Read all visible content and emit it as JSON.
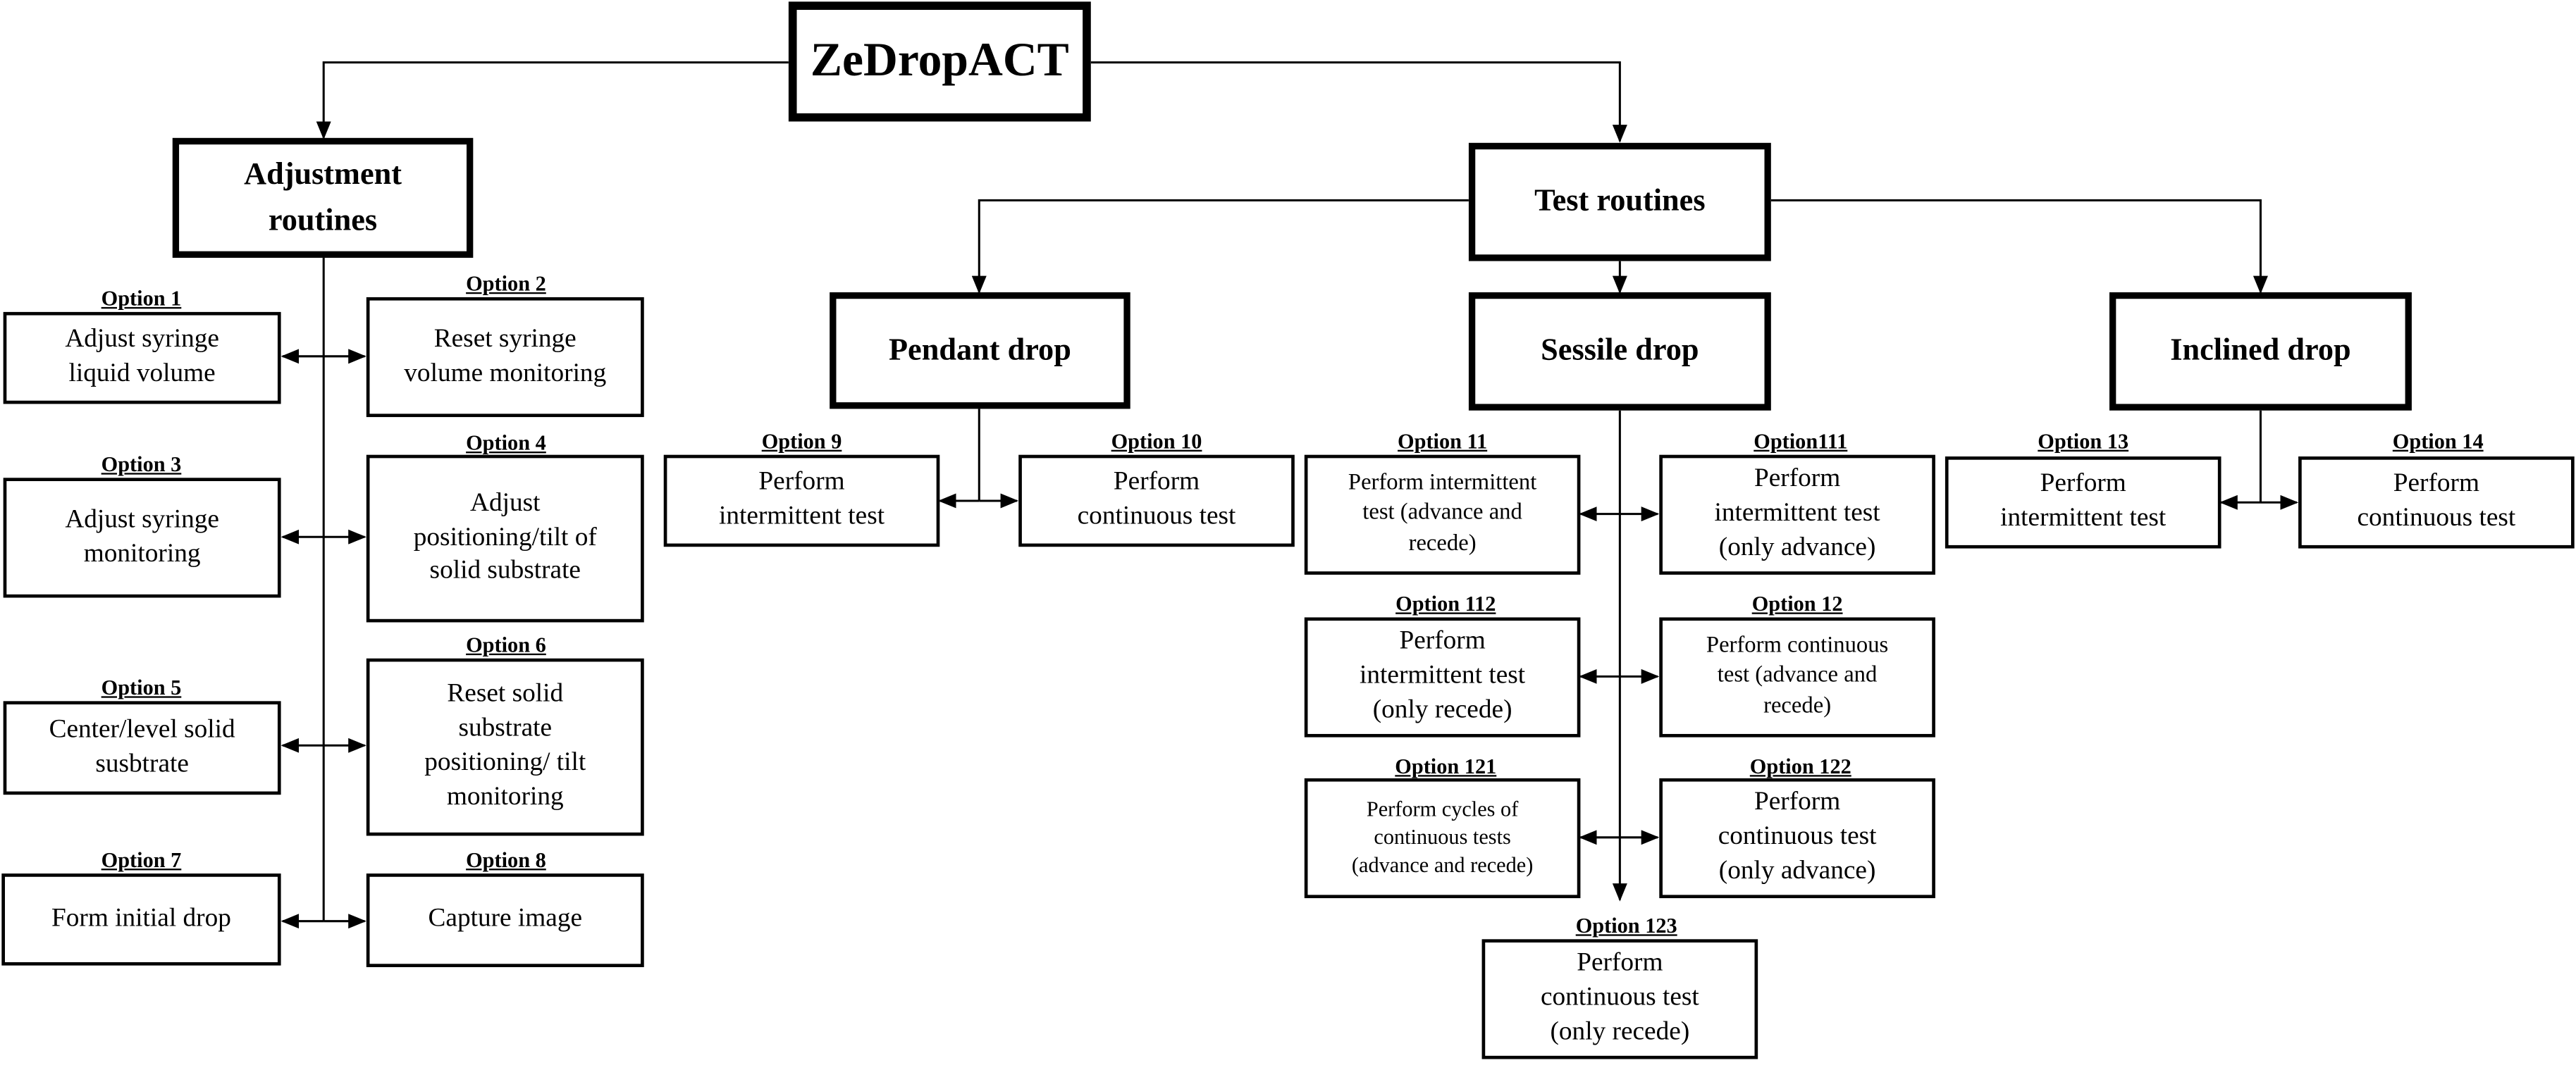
{
  "root": "ZeDropACT",
  "adjustment": {
    "title": "Adjustment\nroutines",
    "options": [
      {
        "label": "Option 1",
        "text": "Adjust syringe\nliquid volume"
      },
      {
        "label": "Option 2",
        "text": "Reset syringe\nvolume monitoring"
      },
      {
        "label": "Option 3",
        "text": "Adjust syringe\nmonitoring"
      },
      {
        "label": "Option 4",
        "text": "Adjust\npositioning/tilt of\nsolid substrate"
      },
      {
        "label": "Option 5",
        "text": "Center/level solid\nsusbtrate"
      },
      {
        "label": "Option 6",
        "text": "Reset solid\nsubstrate\npositioning/ tilt\nmonitoring"
      },
      {
        "label": "Option 7",
        "text": "Form initial drop"
      },
      {
        "label": "Option 8",
        "text": "Capture image"
      }
    ]
  },
  "test": {
    "title": "Test routines",
    "pendant": {
      "title": "Pendant drop",
      "options": [
        {
          "label": "Option 9",
          "text": "Perform\nintermittent test"
        },
        {
          "label": "Option 10",
          "text": "Perform\ncontinuous test"
        }
      ]
    },
    "sessile": {
      "title": "Sessile drop",
      "options": [
        {
          "label": "Option 11",
          "text": "Perform intermittent\ntest (advance and\nrecede)"
        },
        {
          "label": "Option111",
          "text": "Perform\nintermittent test\n(only advance)"
        },
        {
          "label": "Option 112",
          "text": "Perform\nintermittent test\n(only recede)"
        },
        {
          "label": "Option 12",
          "text": "Perform continuous\ntest (advance and\nrecede)"
        },
        {
          "label": "Option 121",
          "text": "Perform cycles of\ncontinuous tests\n(advance and recede)"
        },
        {
          "label": "Option 122",
          "text": "Perform\ncontinuous test\n(only advance)"
        },
        {
          "label": "Option 123",
          "text": "Perform\ncontinuous test\n(only recede)"
        }
      ]
    },
    "inclined": {
      "title": "Inclined drop",
      "options": [
        {
          "label": "Option 13",
          "text": "Perform\nintermittent test"
        },
        {
          "label": "Option 14",
          "text": "Perform\ncontinuous test"
        }
      ]
    }
  }
}
